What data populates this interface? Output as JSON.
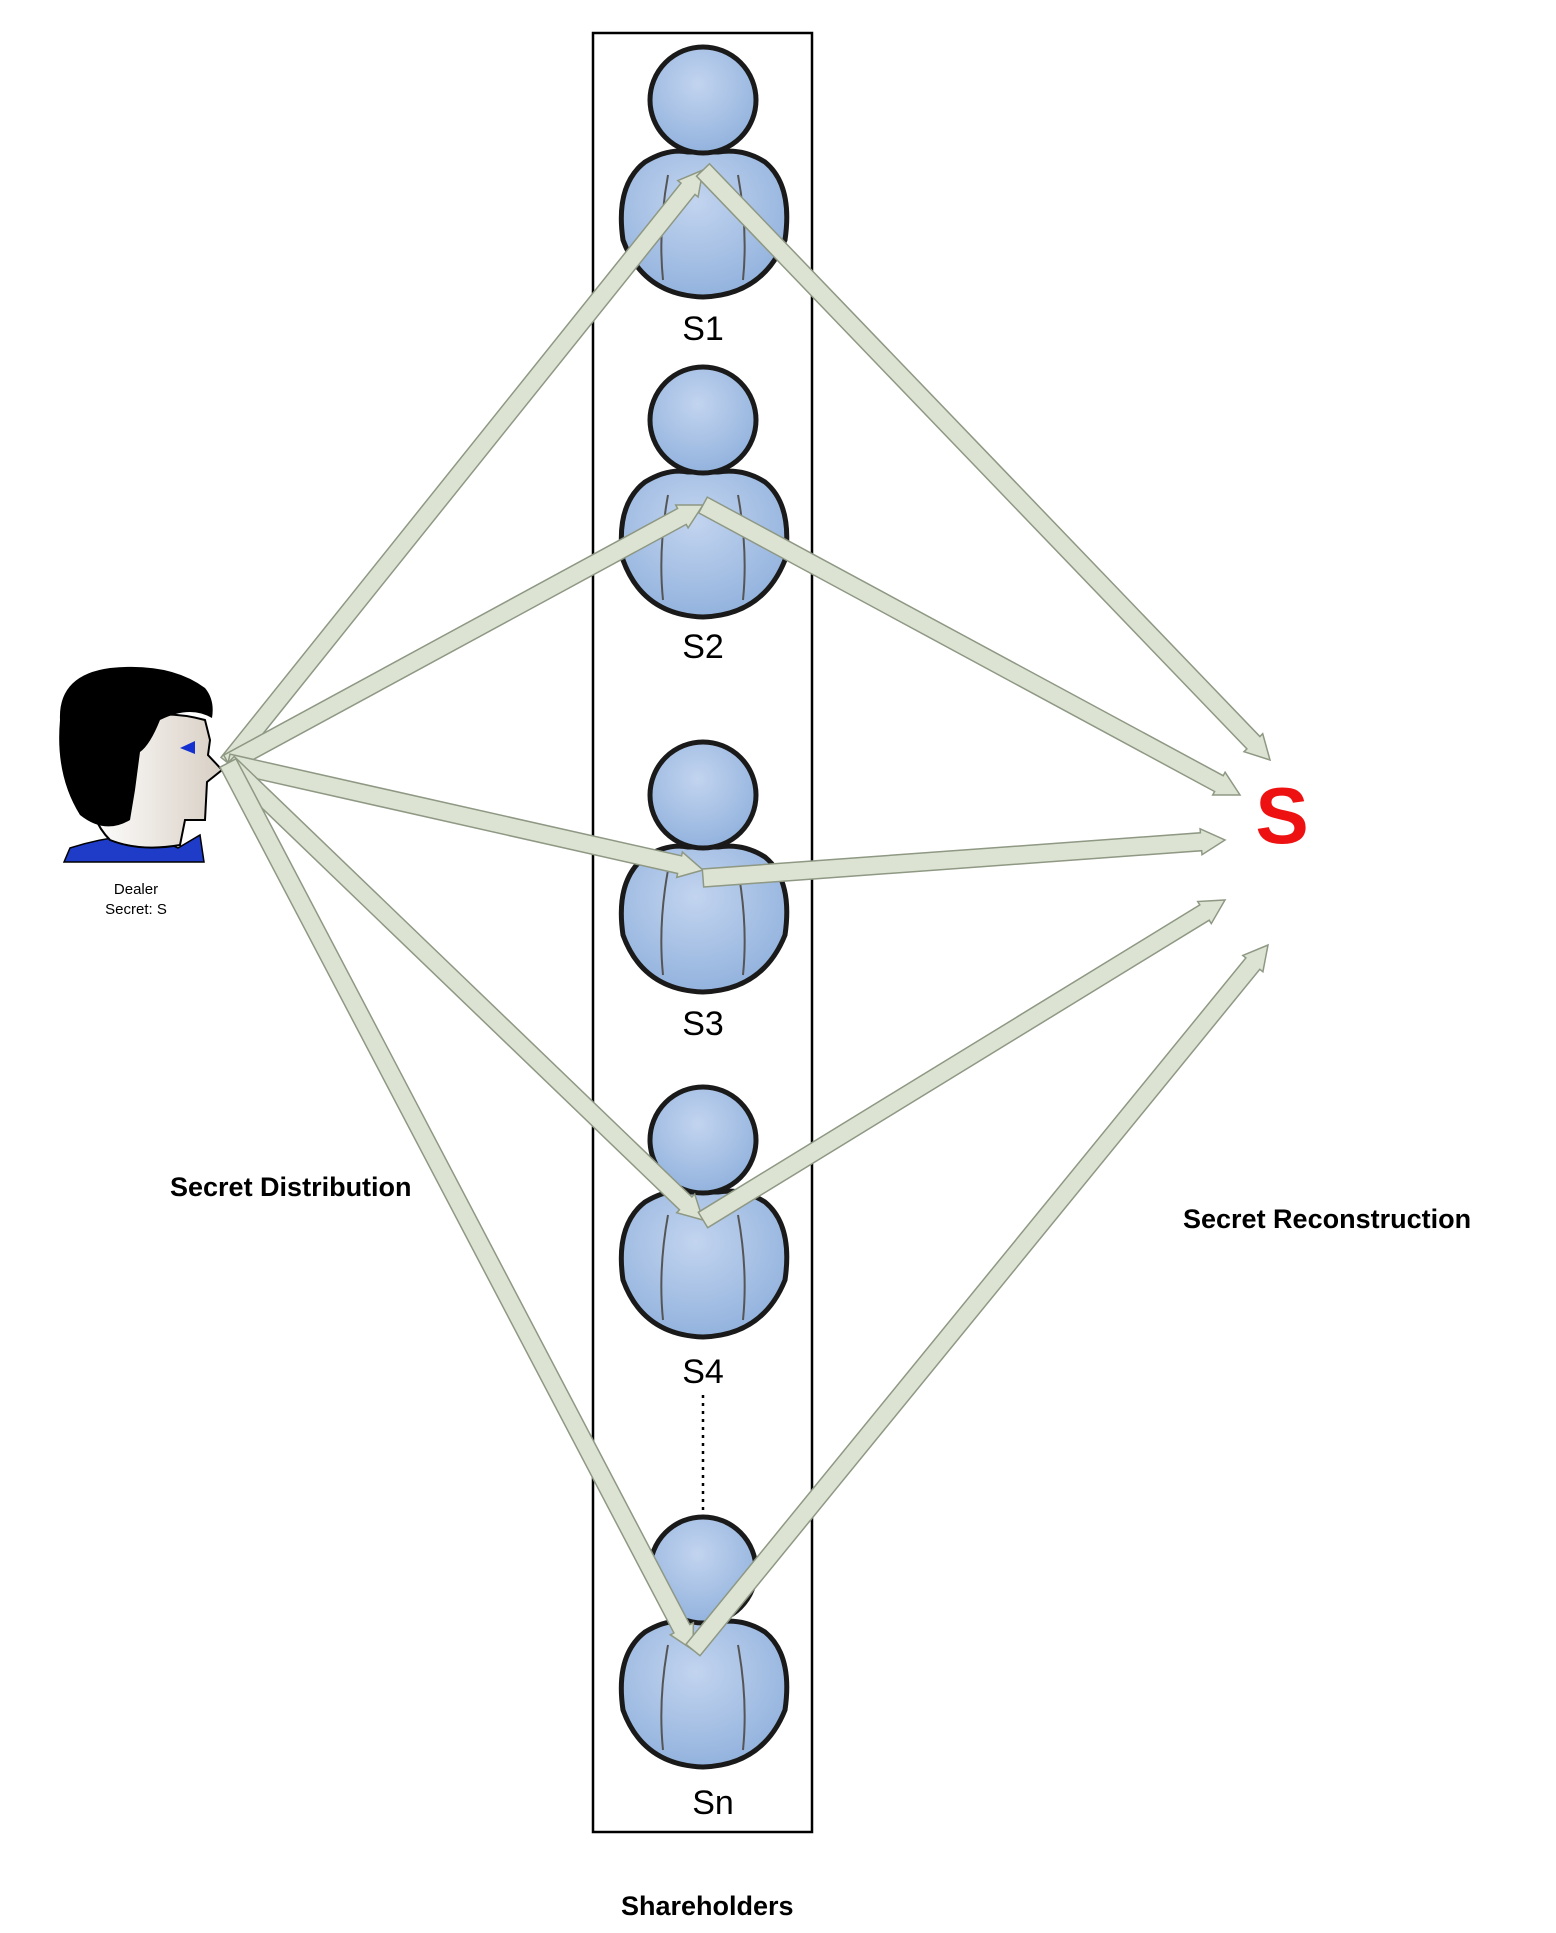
{
  "dealer": {
    "name": "Dealer",
    "secret": "Secret: S"
  },
  "shareholders": {
    "caption": "Shareholders",
    "items": [
      {
        "label": "S1"
      },
      {
        "label": "S2"
      },
      {
        "label": "S3"
      },
      {
        "label": "S4"
      },
      {
        "label": "Sn"
      }
    ]
  },
  "phases": {
    "distribution": "Secret Distribution",
    "reconstruction": "Secret Reconstruction"
  },
  "reconstructed_secret": "S",
  "colors": {
    "shareholder_fill": "#8fb0dc",
    "shareholder_stroke": "#1a1a1a",
    "arrow_fill": "#dde3d3",
    "arrow_stroke": "#8e9883",
    "secret_color": "#ee1111",
    "dealer_hair": "#000000",
    "dealer_shirt": "#1e3cc8",
    "dealer_eye": "#1530d0"
  }
}
